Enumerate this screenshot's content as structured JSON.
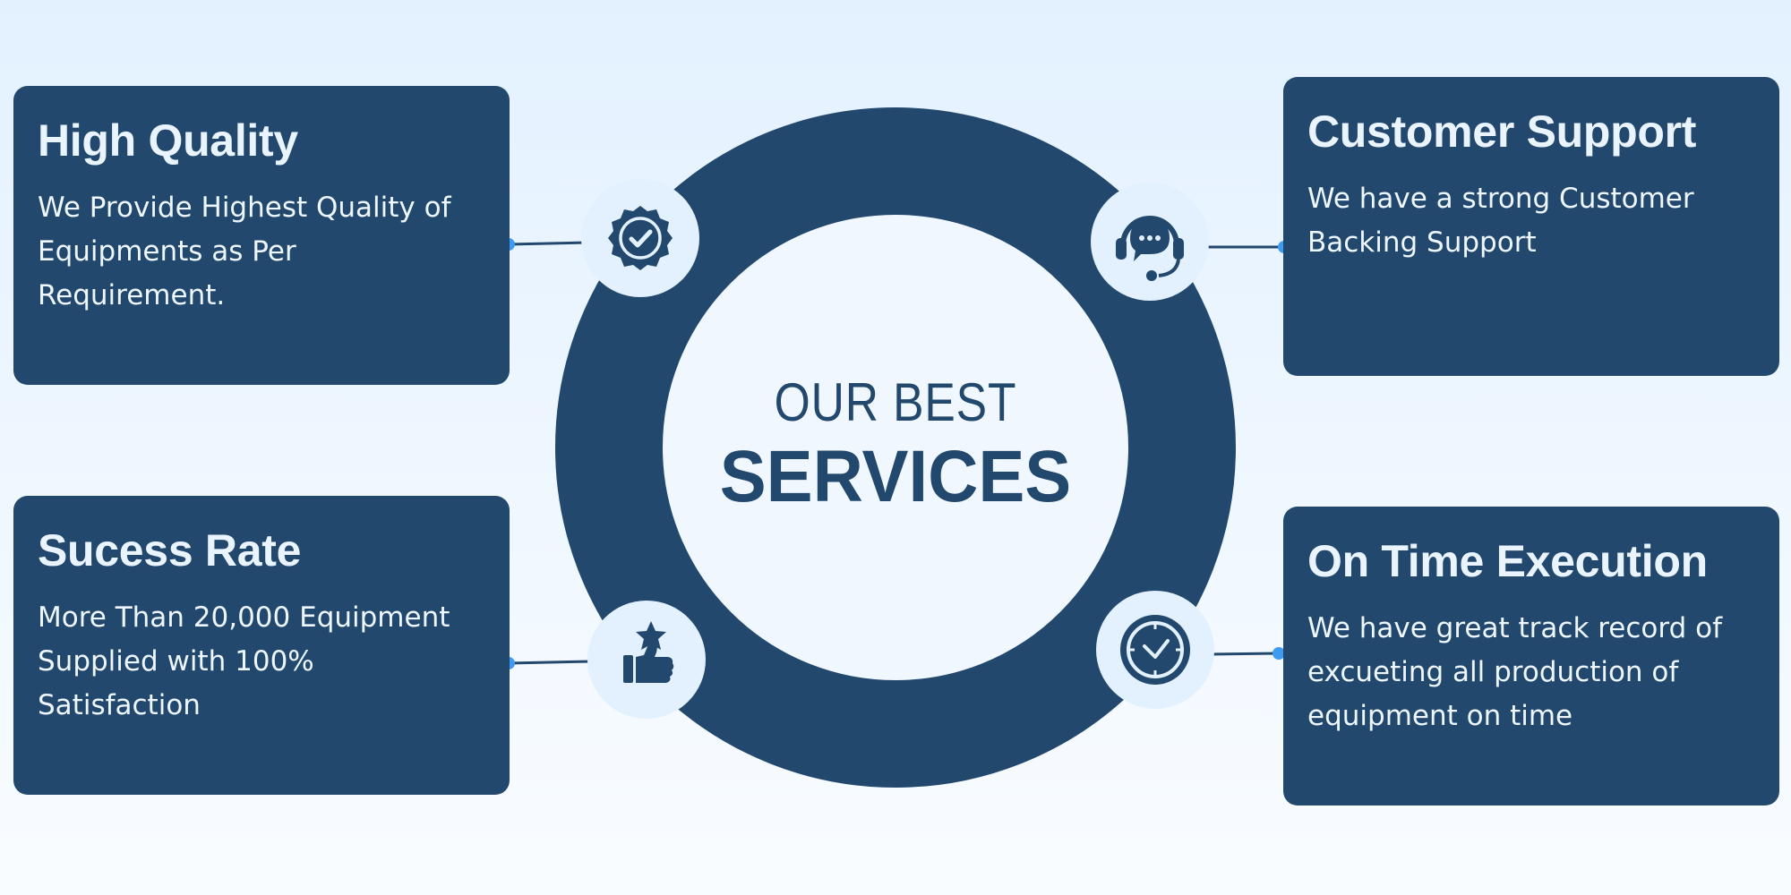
{
  "center": {
    "line1": "OUR BEST",
    "line2": "SERVICES"
  },
  "cards": {
    "high_quality": {
      "title": "High Quality",
      "line1": "We Provide Highest Quality of",
      "line2": "Equipments as Per Requirement.",
      "icon": "quality-badge-icon"
    },
    "success_rate": {
      "title": "Sucess Rate",
      "line1": "More Than 20,000 Equipment",
      "line2": "Supplied with 100% Satisfaction",
      "icon": "thumbs-up-star-icon"
    },
    "customer_support": {
      "title": "Customer Support",
      "line1": "We have a strong Customer",
      "line2": "Backing Support",
      "icon": "headset-chat-icon"
    },
    "on_time_execution": {
      "title": "On Time Execution",
      "line1": "We have great track record of",
      "line2": "excueting all production of",
      "line3": "equipment on time",
      "icon": "clock-icon"
    }
  },
  "colors": {
    "navy": "#22486d",
    "icon_bg": "#e3f1ff",
    "connector_dot": "#3f9bf2",
    "text_light": "#eaf4ff"
  }
}
